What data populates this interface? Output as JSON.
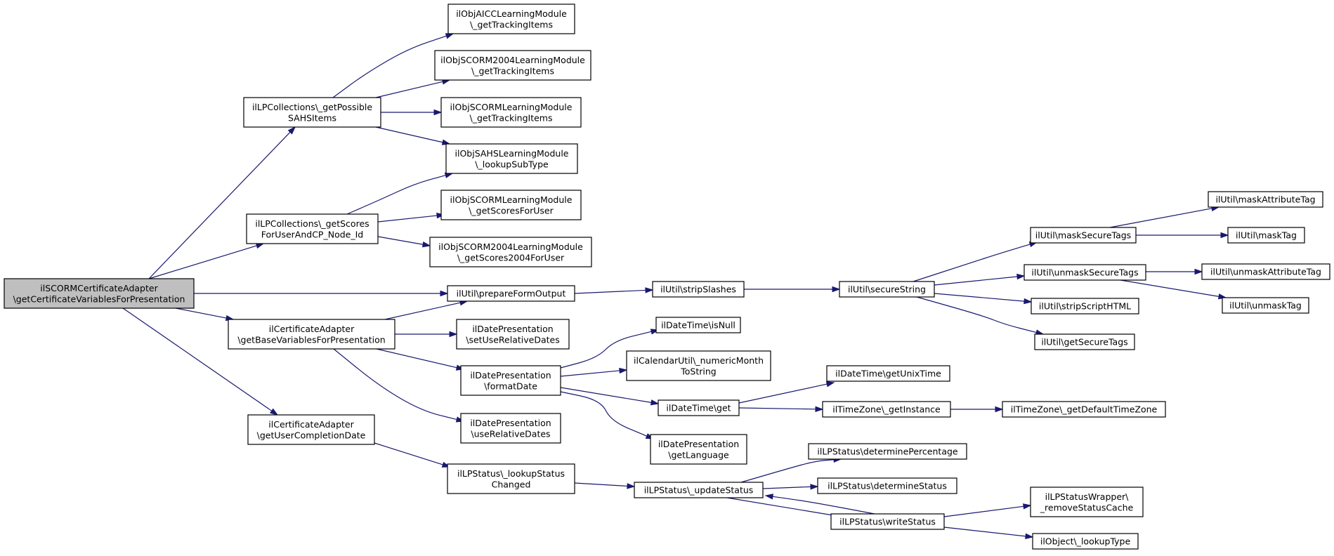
{
  "colors": {
    "edge": "#191970",
    "root_fill": "#bfbfbf",
    "node_fill": "#ffffff",
    "border": "#000000"
  },
  "nodes": [
    {
      "id": "n0",
      "lines": [
        "ilSCORMCertificateAdapter",
        "\\getCertificateVariablesForPresentation"
      ],
      "root": true
    },
    {
      "id": "n1",
      "lines": [
        "ilLPCollections\\_getPossible",
        "SAHSItems"
      ]
    },
    {
      "id": "n2",
      "lines": [
        "ilLPCollections\\_getScores",
        "ForUserAndCP_Node_Id"
      ]
    },
    {
      "id": "n3",
      "lines": [
        "ilUtil\\prepareFormOutput"
      ]
    },
    {
      "id": "n4",
      "lines": [
        "ilCertificateAdapter",
        "\\getBaseVariablesForPresentation"
      ]
    },
    {
      "id": "n5",
      "lines": [
        "ilCertificateAdapter",
        "\\getUserCompletionDate"
      ]
    },
    {
      "id": "n6",
      "lines": [
        "ilObjAICCLearningModule",
        "\\_getTrackingItems"
      ]
    },
    {
      "id": "n7",
      "lines": [
        "ilObjSCORM2004LearningModule",
        "\\_getTrackingItems"
      ]
    },
    {
      "id": "n8",
      "lines": [
        "ilObjSCORMLearningModule",
        "\\_getTrackingItems"
      ]
    },
    {
      "id": "n9",
      "lines": [
        "ilObjSAHSLearningModule",
        "\\_lookupSubType"
      ]
    },
    {
      "id": "n10",
      "lines": [
        "ilObjSCORMLearningModule",
        "\\_getScoresForUser"
      ]
    },
    {
      "id": "n11",
      "lines": [
        "ilObjSCORM2004LearningModule",
        "\\_getScores2004ForUser"
      ]
    },
    {
      "id": "n12",
      "lines": [
        "ilUtil\\stripSlashes"
      ]
    },
    {
      "id": "n13",
      "lines": [
        "ilDatePresentation",
        "\\setUseRelativeDates"
      ]
    },
    {
      "id": "n14",
      "lines": [
        "ilDatePresentation",
        "\\formatDate"
      ]
    },
    {
      "id": "n15",
      "lines": [
        "ilDatePresentation",
        "\\useRelativeDates"
      ]
    },
    {
      "id": "n16",
      "lines": [
        "ilLPStatus\\_lookupStatus",
        "Changed"
      ]
    },
    {
      "id": "n17",
      "lines": [
        "ilUtil\\secureString"
      ]
    },
    {
      "id": "n18",
      "lines": [
        "ilDateTime\\isNull"
      ]
    },
    {
      "id": "n19",
      "lines": [
        "ilCalendarUtil\\_numericMonth",
        "ToString"
      ]
    },
    {
      "id": "n20",
      "lines": [
        "ilDateTime\\get"
      ]
    },
    {
      "id": "n21",
      "lines": [
        "ilDatePresentation",
        "\\getLanguage"
      ]
    },
    {
      "id": "n22",
      "lines": [
        "ilLPStatus\\_updateStatus"
      ]
    },
    {
      "id": "n23",
      "lines": [
        "ilUtil\\maskSecureTags"
      ]
    },
    {
      "id": "n24",
      "lines": [
        "ilUtil\\unmaskSecureTags"
      ]
    },
    {
      "id": "n25",
      "lines": [
        "ilUtil\\stripScriptHTML"
      ]
    },
    {
      "id": "n26",
      "lines": [
        "ilUtil\\getSecureTags"
      ]
    },
    {
      "id": "n27",
      "lines": [
        "ilDateTime\\getUnixTime"
      ]
    },
    {
      "id": "n28",
      "lines": [
        "ilTimeZone\\_getInstance"
      ]
    },
    {
      "id": "n29",
      "lines": [
        "ilLPStatus\\determinePercentage"
      ]
    },
    {
      "id": "n30",
      "lines": [
        "ilLPStatus\\determineStatus"
      ]
    },
    {
      "id": "n31",
      "lines": [
        "ilLPStatus\\writeStatus"
      ]
    },
    {
      "id": "n32",
      "lines": [
        "ilUtil\\maskAttributeTag"
      ]
    },
    {
      "id": "n33",
      "lines": [
        "ilUtil\\maskTag"
      ]
    },
    {
      "id": "n34",
      "lines": [
        "ilUtil\\unmaskAttributeTag"
      ]
    },
    {
      "id": "n35",
      "lines": [
        "ilUtil\\unmaskTag"
      ]
    },
    {
      "id": "n36",
      "lines": [
        "ilTimeZone\\_getDefaultTimeZone"
      ]
    },
    {
      "id": "n37",
      "lines": [
        "ilLPStatusWrapper\\",
        "_removeStatusCache"
      ]
    },
    {
      "id": "n38",
      "lines": [
        "ilObject\\_lookupType"
      ]
    }
  ],
  "edges": [
    [
      "n0",
      "n1"
    ],
    [
      "n0",
      "n2"
    ],
    [
      "n0",
      "n3"
    ],
    [
      "n0",
      "n4"
    ],
    [
      "n0",
      "n5"
    ],
    [
      "n1",
      "n6"
    ],
    [
      "n1",
      "n7"
    ],
    [
      "n1",
      "n8"
    ],
    [
      "n1",
      "n9"
    ],
    [
      "n2",
      "n9"
    ],
    [
      "n2",
      "n10"
    ],
    [
      "n2",
      "n11"
    ],
    [
      "n3",
      "n12"
    ],
    [
      "n4",
      "n3"
    ],
    [
      "n4",
      "n13"
    ],
    [
      "n4",
      "n14"
    ],
    [
      "n4",
      "n15"
    ],
    [
      "n5",
      "n16"
    ],
    [
      "n12",
      "n17"
    ],
    [
      "n14",
      "n18"
    ],
    [
      "n14",
      "n19"
    ],
    [
      "n14",
      "n20"
    ],
    [
      "n14",
      "n21"
    ],
    [
      "n16",
      "n22"
    ],
    [
      "n17",
      "n23"
    ],
    [
      "n17",
      "n24"
    ],
    [
      "n17",
      "n25"
    ],
    [
      "n17",
      "n26"
    ],
    [
      "n20",
      "n27"
    ],
    [
      "n20",
      "n28"
    ],
    [
      "n22",
      "n29"
    ],
    [
      "n22",
      "n30"
    ],
    [
      "n22",
      "n31"
    ],
    [
      "n23",
      "n32"
    ],
    [
      "n23",
      "n33"
    ],
    [
      "n24",
      "n34"
    ],
    [
      "n24",
      "n35"
    ],
    [
      "n28",
      "n36"
    ],
    [
      "n31",
      "n22"
    ],
    [
      "n31",
      "n37"
    ],
    [
      "n31",
      "n38"
    ]
  ]
}
